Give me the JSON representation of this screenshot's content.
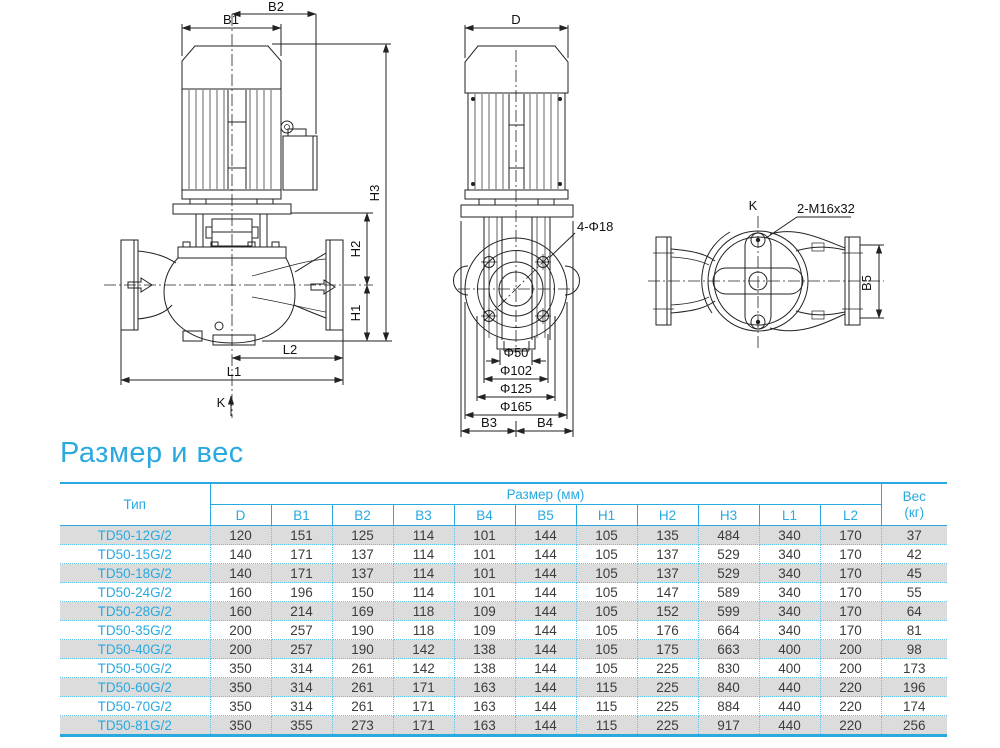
{
  "accent_color": "#29a9e0",
  "row_shade_color": "#dcdcdc",
  "section_title": "Размер и вес",
  "drawing": {
    "side_view": {
      "b2": "B2",
      "b1": "B1",
      "h3": "H3",
      "h2": "H2",
      "h1": "H1",
      "l2": "L2",
      "l1": "L1",
      "k": "K"
    },
    "front_view": {
      "d": "D",
      "holes": "4-Φ18",
      "d50": "Φ50",
      "d102": "Φ102",
      "d125": "Φ125",
      "d165": "Φ165",
      "b3": "B3",
      "b4": "B4"
    },
    "top_view": {
      "k": "K",
      "bolts": "2-M16x32",
      "b5": "B5"
    }
  },
  "table": {
    "type_header": "Тип",
    "size_header": "Размер (мм)",
    "weight_header": [
      "Вес",
      "(кг)"
    ],
    "dim_columns": [
      "D",
      "B1",
      "B2",
      "B3",
      "B4",
      "B5",
      "H1",
      "H2",
      "H3",
      "L1",
      "L2"
    ],
    "rows": [
      {
        "type": "TD50-12G/2",
        "values": [
          120,
          151,
          125,
          114,
          101,
          144,
          105,
          135,
          484,
          340,
          170
        ],
        "weight": 37
      },
      {
        "type": "TD50-15G/2",
        "values": [
          140,
          171,
          137,
          114,
          101,
          144,
          105,
          137,
          529,
          340,
          170
        ],
        "weight": 42
      },
      {
        "type": "TD50-18G/2",
        "values": [
          140,
          171,
          137,
          114,
          101,
          144,
          105,
          137,
          529,
          340,
          170
        ],
        "weight": 45
      },
      {
        "type": "TD50-24G/2",
        "values": [
          160,
          196,
          150,
          114,
          101,
          144,
          105,
          147,
          589,
          340,
          170
        ],
        "weight": 55
      },
      {
        "type": "TD50-28G/2",
        "values": [
          160,
          214,
          169,
          118,
          109,
          144,
          105,
          152,
          599,
          340,
          170
        ],
        "weight": 64
      },
      {
        "type": "TD50-35G/2",
        "values": [
          200,
          257,
          190,
          118,
          109,
          144,
          105,
          176,
          664,
          340,
          170
        ],
        "weight": 81
      },
      {
        "type": "TD50-40G/2",
        "values": [
          200,
          257,
          190,
          142,
          138,
          144,
          105,
          175,
          663,
          400,
          200
        ],
        "weight": 98
      },
      {
        "type": "TD50-50G/2",
        "values": [
          350,
          314,
          261,
          142,
          138,
          144,
          105,
          225,
          830,
          400,
          200
        ],
        "weight": 173
      },
      {
        "type": "TD50-60G/2",
        "values": [
          350,
          314,
          261,
          171,
          163,
          144,
          115,
          225,
          840,
          440,
          220
        ],
        "weight": 196
      },
      {
        "type": "TD50-70G/2",
        "values": [
          350,
          314,
          261,
          171,
          163,
          144,
          115,
          225,
          884,
          440,
          220
        ],
        "weight": 174
      },
      {
        "type": "TD50-81G/2",
        "values": [
          350,
          355,
          273,
          171,
          163,
          144,
          115,
          225,
          917,
          440,
          220
        ],
        "weight": 256
      }
    ]
  }
}
